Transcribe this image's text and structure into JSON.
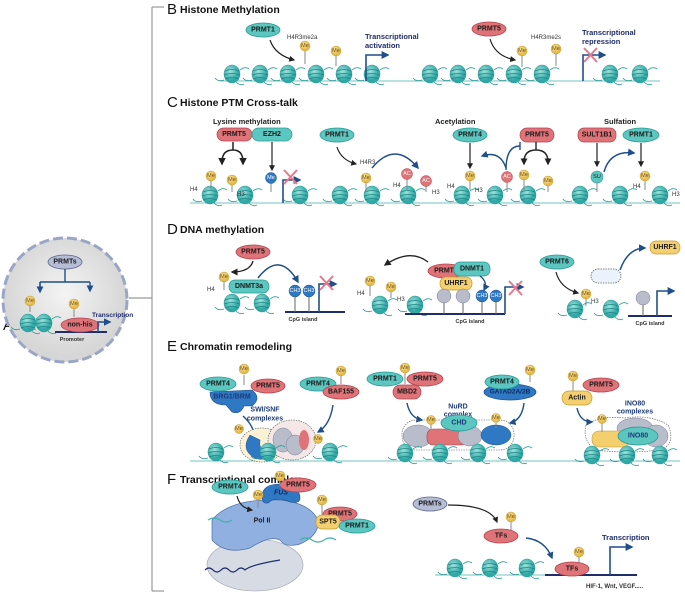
{
  "panelA": {
    "letter": "A",
    "enzyme": "PRMTs",
    "mod": "Me",
    "substrate": "non-his",
    "transcription": "Transcription",
    "promoter": "Promoter"
  },
  "panelB": {
    "letter": "B",
    "title": "Histone Methylation",
    "left": {
      "enzyme": "PRMT1",
      "mark": "H4R3me2a",
      "outcome_line1": "Transcriptional",
      "outcome_line2": "activation"
    },
    "right": {
      "enzyme": "PRMT5",
      "mark": "H4R3me2s",
      "outcome_line1": "Transcriptional",
      "outcome_line2": "repression"
    },
    "mod": "Me"
  },
  "panelC": {
    "letter": "C",
    "title": "Histone PTM Cross-talk",
    "lysine": {
      "heading": "Lysine methylation",
      "enzymes": [
        "PRMT5",
        "EZH2"
      ],
      "h4": "H4",
      "h3": "H3"
    },
    "acetylation": {
      "heading": "Acetylation",
      "enzymes": [
        "PRMT1",
        "PRMT4",
        "PRMT5"
      ],
      "h4r3": "H4R3",
      "h4": "H4",
      "h3": "H3",
      "ac": "AC"
    },
    "sulfation": {
      "heading": "Sulfation",
      "enzymes": [
        "SULT1B1",
        "PRMT1"
      ],
      "su": "SU",
      "h4": "H4",
      "h3": "H3"
    },
    "mod": "Me"
  },
  "panelD": {
    "letter": "D",
    "title": "DNA methylation",
    "left": {
      "enzyme": "PRMT5",
      "partner": "DNMT3a",
      "h4": "H4",
      "ch3": "CH3",
      "cpg": "CpG island"
    },
    "middle": {
      "enzymes": [
        "PRMT5",
        "DNMT1",
        "UHRF1"
      ],
      "h4": "H4",
      "h3": "H3",
      "ch3": "CH3",
      "cpg": "CpG island"
    },
    "right": {
      "enzyme": "PRMT6",
      "target": "UHRF1",
      "h3": "H3",
      "cpg": "CpG island"
    },
    "mod": "Me"
  },
  "panelE": {
    "letter": "E",
    "title": "Chromatin remodeling",
    "swi": {
      "enzymes": [
        "PRMT4",
        "PRMT5"
      ],
      "scaffold": "BRG1/BRM",
      "partner_enzyme": "PRMT4",
      "partner": "BAF155",
      "complex_line1": "SWI/SNF",
      "complex_line2": "complexes"
    },
    "nurd": {
      "enzymes": [
        "PRMT1",
        "PRMT5"
      ],
      "scaffold": "MBD2",
      "partner_enzyme": "PRMT4",
      "partner": "GATAD2A/2B",
      "complex_line1": "NuRD",
      "complex_line2": "complex",
      "core": "CHD"
    },
    "ino80": {
      "enzyme": "PRMT5",
      "scaffold": "Actin",
      "complex_line1": "INO80",
      "complex_line2": "complexes",
      "core": "INO80"
    },
    "mod": "Me"
  },
  "panelF": {
    "letter": "F",
    "title": "Transcriptional complex",
    "left": {
      "enzymes": [
        "PRMT4",
        "PRMT5",
        "PRMT5",
        "PRMT1"
      ],
      "fus": "FUS",
      "pol": "Pol II",
      "spt5": "SPT5"
    },
    "right": {
      "enzyme": "PRMTs",
      "tf": "TFs",
      "transcription": "Transcription",
      "targets": "HIF-1, Wnt, VEGF....."
    },
    "mod": "Me"
  },
  "colors": {
    "teal": "#5cc6c0",
    "red": "#e07378",
    "yellow": "#f3cf6e",
    "blue": "#2f78c4",
    "navy": "#1f3f7a",
    "grey": "#b8bccb",
    "cross": "#e9778a"
  }
}
